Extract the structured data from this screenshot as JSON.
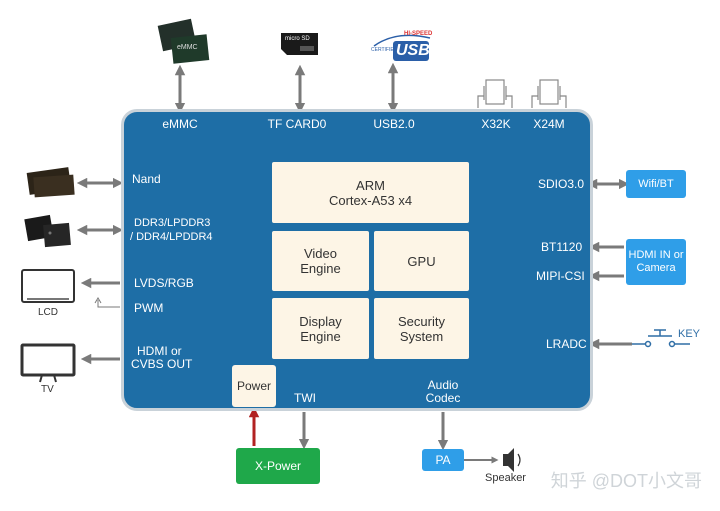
{
  "chip": {
    "top_labels": {
      "emmc": "eMMC",
      "tf": "TF CARD0",
      "usb": "USB2.0",
      "x32k": "X32K",
      "x24m": "X24M"
    },
    "left_labels": {
      "nand": "Nand",
      "ddr1": "DDR3/LPDDR3",
      "ddr2": "/ DDR4/LPDDR4",
      "lvds": "LVDS/RGB",
      "pwm": "PWM",
      "hdmi1": "HDMI or",
      "hdmi2": "CVBS OUT"
    },
    "right_labels": {
      "sdio": "SDIO3.0",
      "bt1120": "BT1120",
      "mipi": "MIPI-CSI",
      "lradc": "LRADC"
    },
    "bottom_labels": {
      "twi": "TWI",
      "audio1": "Audio",
      "audio2": "Codec"
    },
    "blocks": {
      "arm1": "ARM",
      "arm2": "Cortex-A53 x4",
      "video1": "Video",
      "video2": "Engine",
      "gpu": "GPU",
      "display1": "Display",
      "display2": "Engine",
      "security1": "Security",
      "security2": "System",
      "power": "Power"
    }
  },
  "external": {
    "wifi": "Wifi/BT",
    "hdmi_in1": "HDMI IN or",
    "hdmi_in2": "Camera",
    "key": "KEY",
    "xpower": "X-Power",
    "pa": "PA",
    "speaker": "Speaker",
    "lcd": "LCD",
    "tv": "TV",
    "emmc_chip_text": "eMMC",
    "sd_text": "micro SD",
    "usb_hispeed": "HI-SPEED",
    "usb_certified": "CERTIFIED",
    "usb_logo": "USB"
  },
  "watermark": "知乎 @DOT小文哥",
  "colors": {
    "chip": "#1e6ea6",
    "block": "#fdf5e6",
    "arrow": "#7a7a7a",
    "accent_blue": "#2f9ee8",
    "accent_green": "#1fa84a",
    "power_arrow": "#b22222"
  }
}
